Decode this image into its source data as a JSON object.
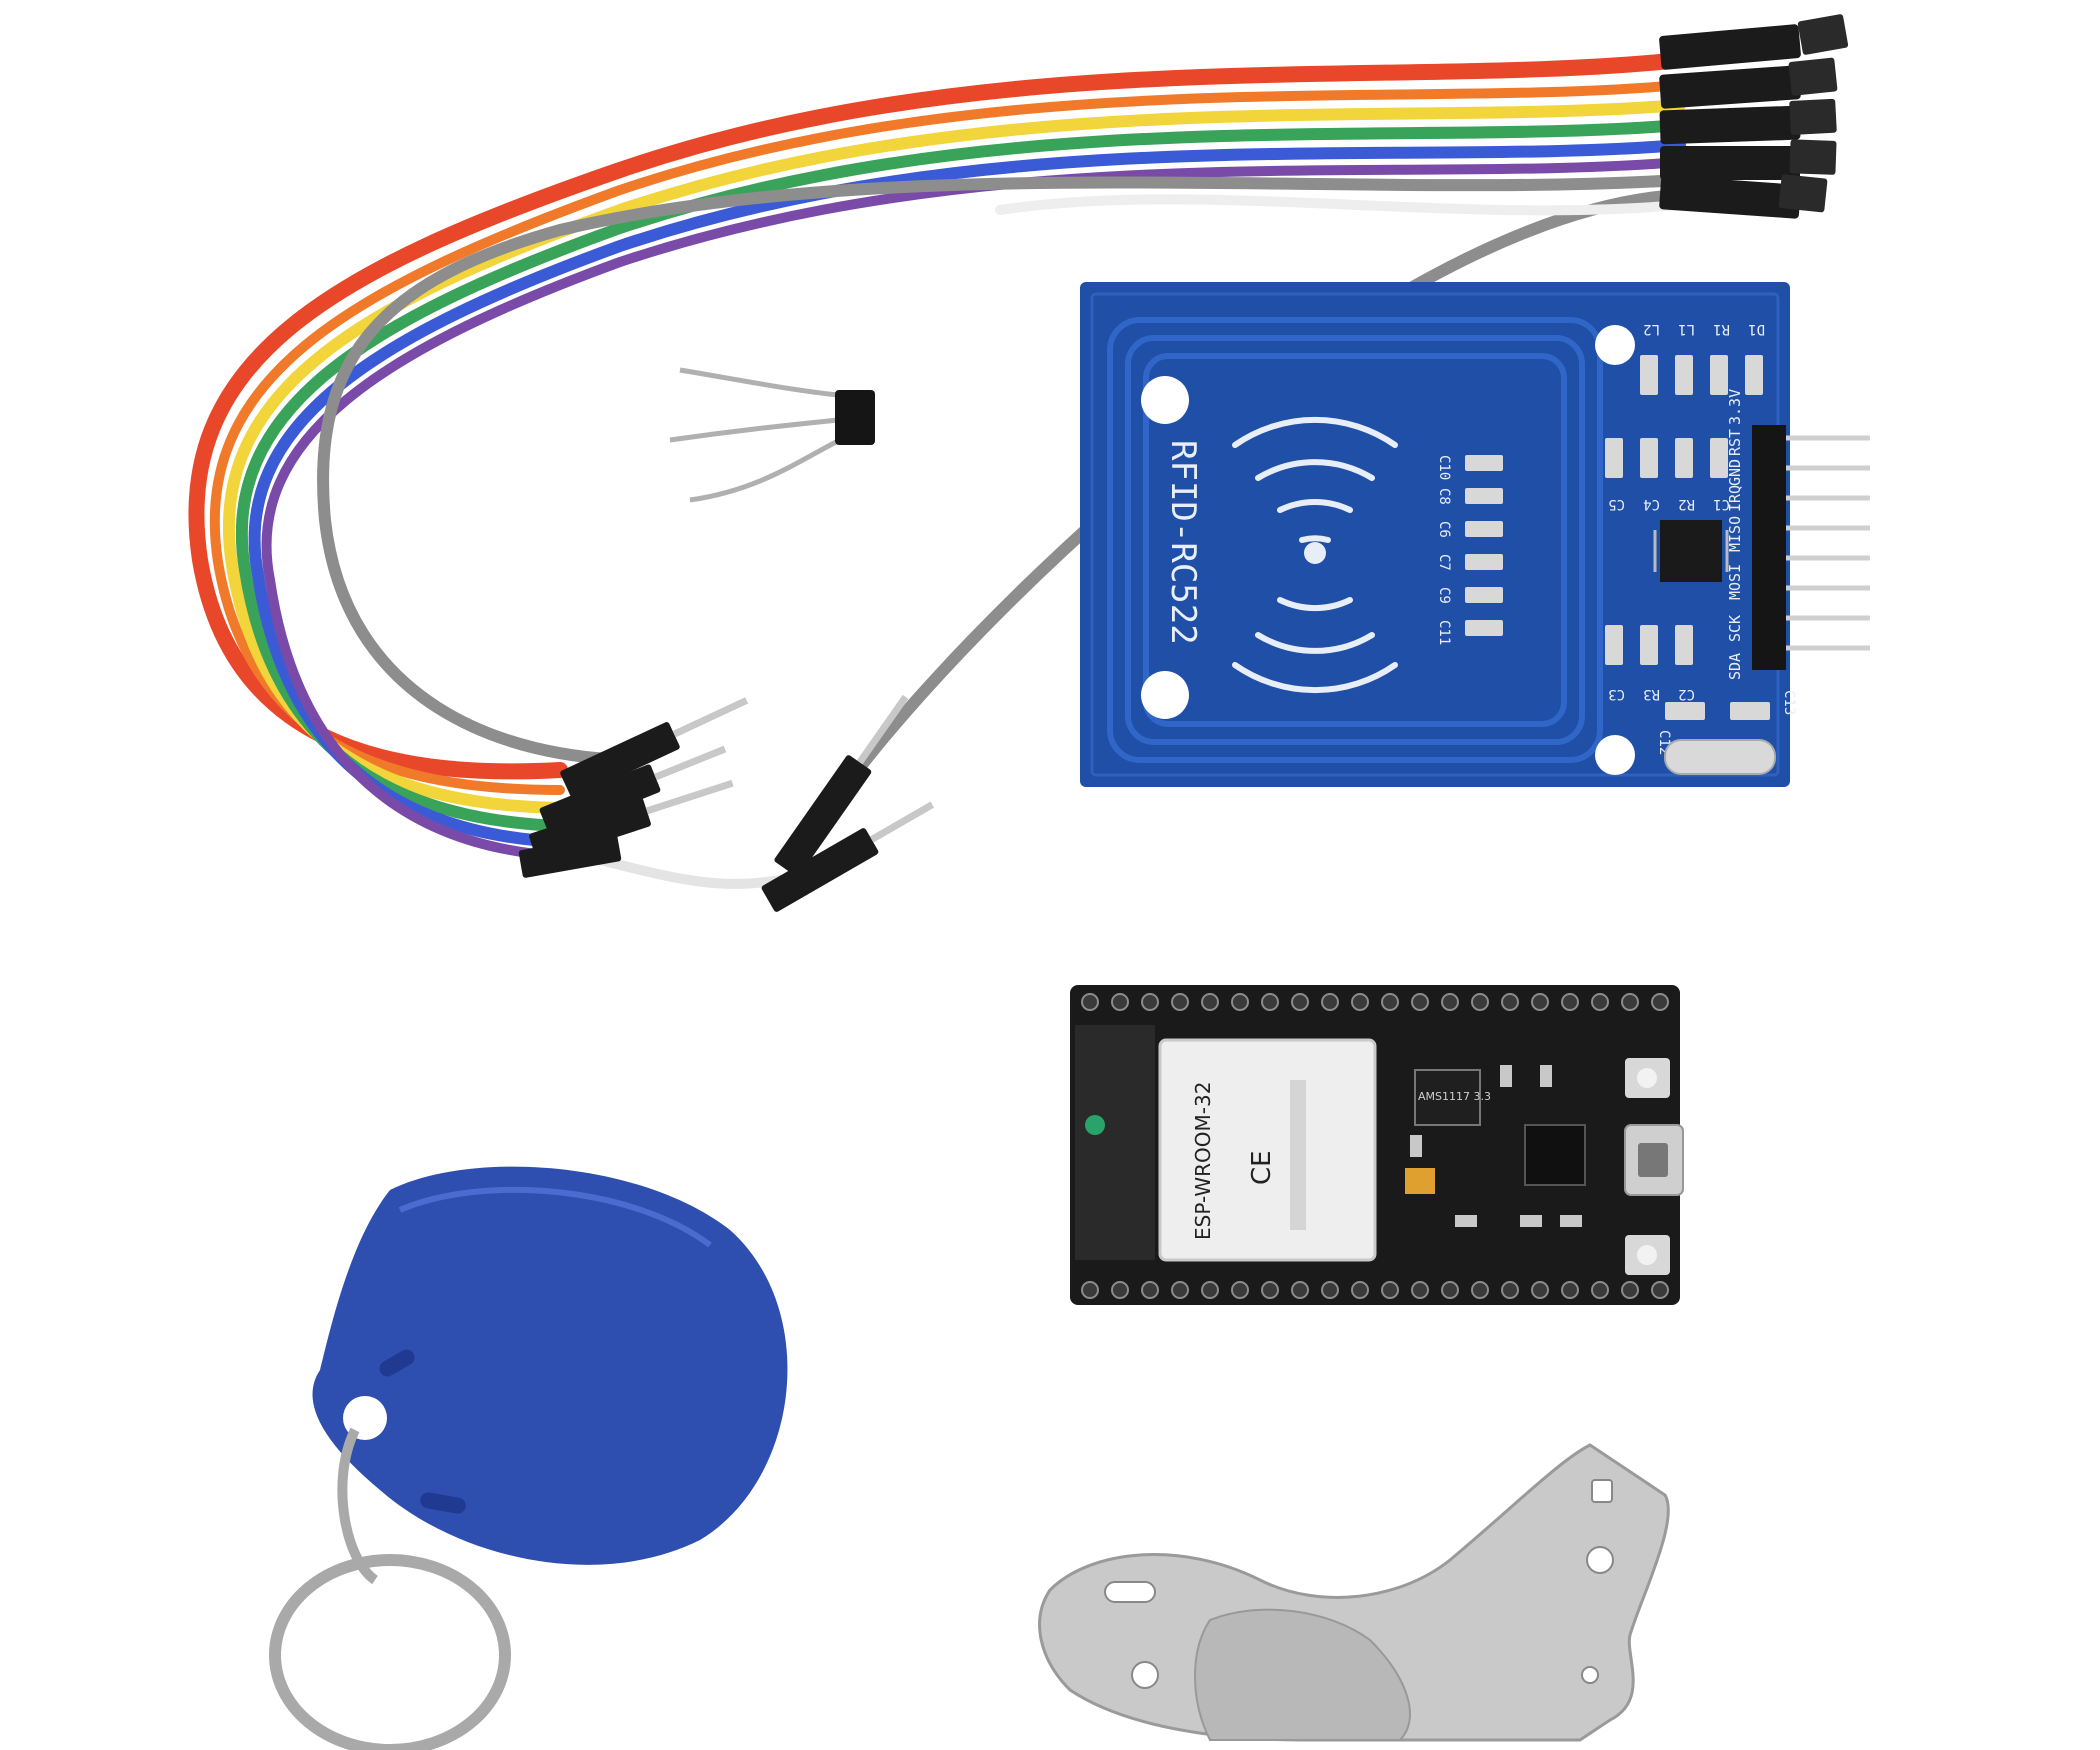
{
  "colors": {
    "background": "#ffffff",
    "rfid_board": "#1f4fa6",
    "rfid_board_dark": "#173e86",
    "esp_board": "#1a1a1a",
    "keyfob": "#2f4fb0",
    "wire_red": "#e8472a",
    "wire_orange": "#f07a2a",
    "wire_yellow": "#f2d53b",
    "wire_green": "#3aa35a",
    "wire_blue": "#3b5bd6",
    "wire_purple": "#7a4aa8",
    "wire_gray": "#8d8d8d",
    "wire_white": "#eeeeee",
    "metal": "#c9c9c9"
  },
  "rfid_module": {
    "label": "RFID-RC522",
    "pins": [
      "SDA",
      "SCK",
      "MOSI",
      "MISO",
      "IRQ",
      "GND",
      "RST",
      "3.3V"
    ],
    "components_left": [
      "C10",
      "C8",
      "C6",
      "C7",
      "C9",
      "C11"
    ],
    "components_top": [
      "L2",
      "L1",
      "R1",
      "D1"
    ],
    "components_mid": [
      "C5",
      "C4",
      "R2",
      "C1"
    ],
    "components_bottom": [
      "C3",
      "R3",
      "C2",
      "C12",
      "C13"
    ]
  },
  "esp32_board": {
    "module_label": "ESP-WROOM-32",
    "regulator_label": "AMS1117 3.3",
    "ce_mark": "CE"
  },
  "icons": {
    "rfid_waves": "rfid-waves-icon",
    "keyfob": "rfid-keyfob-icon",
    "sensor": "hall-sensor-icon",
    "bracket": "metal-bracket-icon"
  }
}
